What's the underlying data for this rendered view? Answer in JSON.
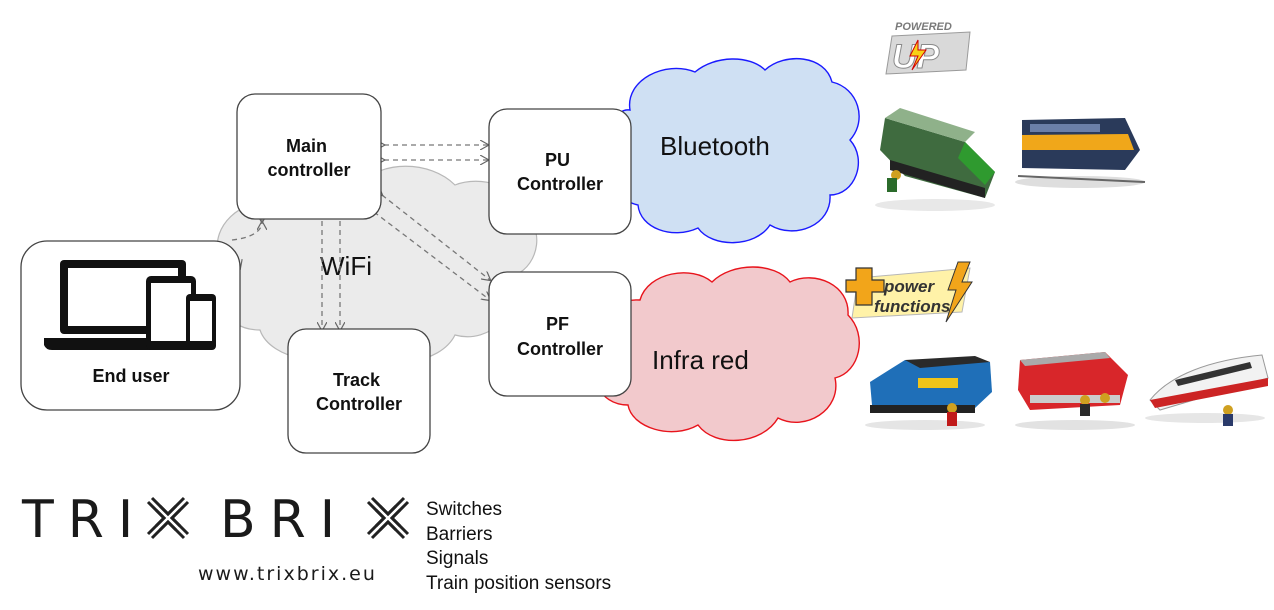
{
  "nodes": {
    "main_controller": "Main\ncontroller",
    "pu_controller": "PU\nController",
    "pf_controller": "PF\nController",
    "track_controller": "Track\nController",
    "end_user": "End user"
  },
  "clouds": {
    "wifi": "WiFi",
    "bluetooth": "Bluetooth",
    "infra_red": "Infra red"
  },
  "logos": {
    "powered_up": "POWERED UP",
    "power_functions": "power functions"
  },
  "brand": {
    "name": "TRIXBRIX",
    "url": "www.trixbrix.eu"
  },
  "features": [
    "Switches",
    "Barriers",
    "Signals",
    "Train position sensors"
  ],
  "colors": {
    "wifi_cloud": "#ebebeb",
    "bluetooth_cloud": "#cfe0f3",
    "bluetooth_outline": "#1a1aff",
    "infra_red_cloud": "#f2c9cc",
    "infra_red_outline": "#e8141c"
  }
}
